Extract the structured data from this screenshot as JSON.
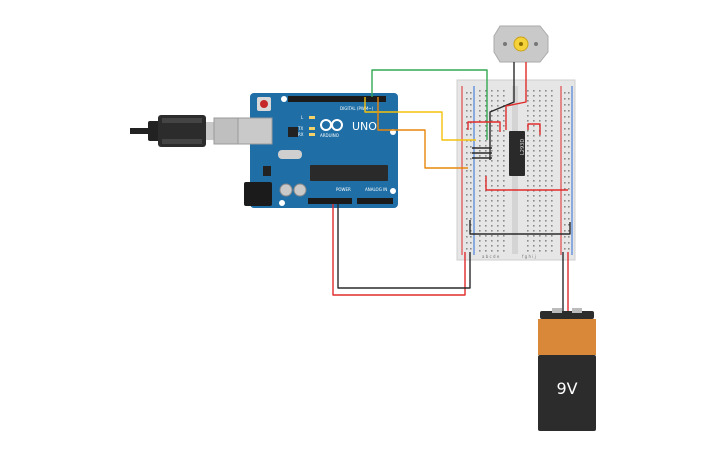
{
  "arduino": {
    "brand": "ARDUINO",
    "model": "UNO",
    "header_digital": "DIGITAL (PWM~)",
    "header_power": "POWER",
    "header_analog": "ANALOG IN",
    "pin_l": "L",
    "pin_tx": "TX",
    "pin_rx": "RX"
  },
  "breadboard": {
    "column_letters_left": "a b c d e",
    "column_letters_right": "f g h i j"
  },
  "chip": {
    "label": "L293D"
  },
  "battery": {
    "label": "9V",
    "top_color": "#2c2c2c",
    "body_color": "#d9883a"
  },
  "wire_colors": {
    "green": "#34a853",
    "yellow": "#f4c20d",
    "orange": "#e8860c",
    "red": "#e02b2b",
    "black": "#2a2a2a"
  },
  "icons": [
    "usb-plug-icon",
    "dc-motor-icon",
    "battery-9v-icon",
    "arduino-logo-icon"
  ]
}
